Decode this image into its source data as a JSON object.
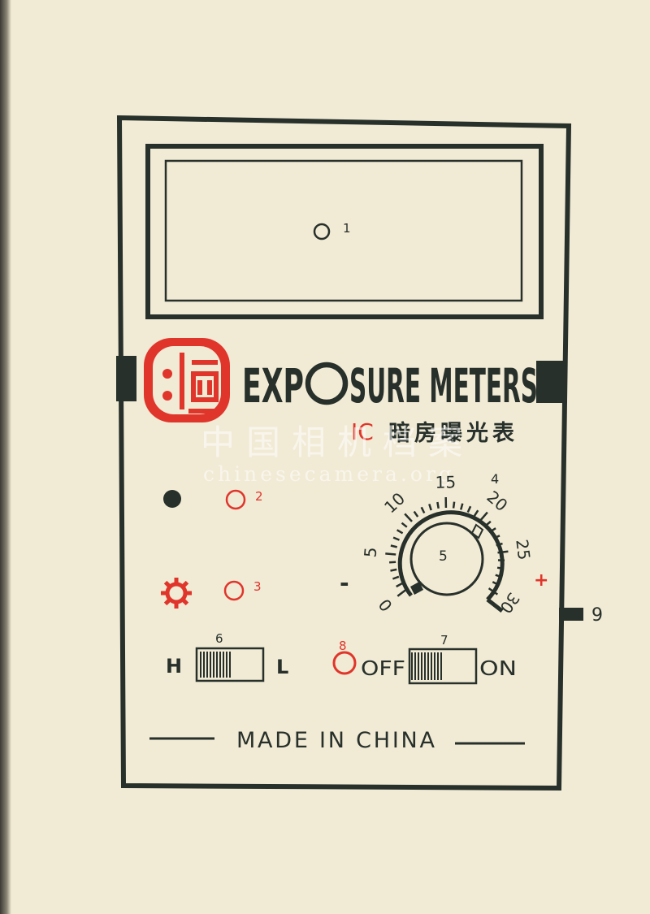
{
  "meter": {
    "title": "EXPOSURE METERS",
    "title_pre": "EXP",
    "title_post": "SURE METERS",
    "model": "IC",
    "name_cn": "暗房曝光表",
    "maker": "MADE IN CHINA",
    "dial_marks": [
      "0",
      "5",
      "10",
      "15",
      "20",
      "25",
      "30"
    ],
    "callouts": {
      "window": "1",
      "lamp_b": "2",
      "lamp_c": "3",
      "top": "4",
      "knob": "5",
      "range": "6",
      "power": "7",
      "indicator": "8",
      "side": "9"
    },
    "range_switch": {
      "left": "H",
      "right": "L"
    },
    "power_switch": {
      "left": "OFF",
      "right": "ON"
    },
    "polarity": {
      "minus": "-",
      "plus": "+"
    }
  },
  "watermark": {
    "cn": "中国相机档案",
    "en": "chinesecamera.org"
  },
  "colors": {
    "paper": "#f1ead5",
    "ink": "#27302a",
    "red": "#e0352b"
  }
}
